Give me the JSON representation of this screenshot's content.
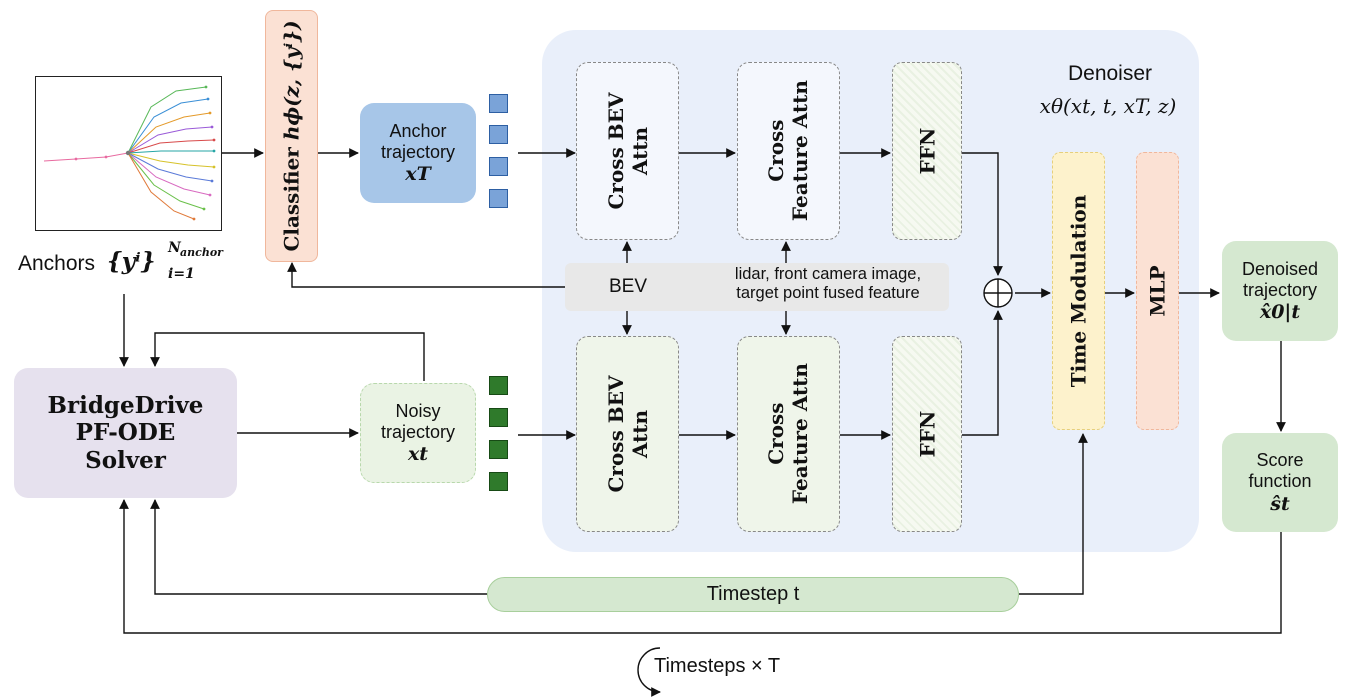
{
  "denoiser": {
    "title": "Denoiser",
    "formula": "xθ(xt, t, xT, z)"
  },
  "anchors": {
    "label": "Anchors",
    "formula": "{yⁱ}",
    "sup": "N",
    "sup_sub": "anchor",
    "sub": "i=1"
  },
  "classifier": {
    "label": "Classifier",
    "formula": "hϕ(z, {yⁱ})"
  },
  "anchor_traj": {
    "line1": "Anchor",
    "line2": "trajectory",
    "var": "xT"
  },
  "noisy_traj": {
    "line1": "Noisy",
    "line2": "trajectory",
    "var": "xt"
  },
  "solver": {
    "line1": "BridgeDrive",
    "line2": "PF-ODE",
    "line3": "Solver"
  },
  "attn": {
    "cross_bev": "Cross BEV Attn",
    "cross_feat_1": "Cross",
    "cross_feat_2": "Feature Attn",
    "ffn": "FFN"
  },
  "bev": {
    "label": "BEV",
    "fused_1": "lidar, front camera image,",
    "fused_2": "target point fused feature"
  },
  "sum_symbol": "⊕",
  "time_mod": "Time Modulation",
  "mlp": "MLP",
  "denoised": {
    "line1": "Denoised",
    "line2": "trajectory",
    "var": "x̂0|t"
  },
  "score": {
    "line1": "Score",
    "line2": "function",
    "var": "ŝt"
  },
  "timestep": "Timestep t",
  "timesteps_loop": "Timesteps × T",
  "colors": {
    "panel": "#e9effa",
    "classifier": "#fbe1d4",
    "anchor_traj": "#a7c6e8",
    "solver": "#e6e1ee",
    "noisy": "#eaf3e4",
    "green_box": "#d5e8d0",
    "time_mod": "#fdf2cc",
    "mlp": "#fbe1d4",
    "bev_bar": "#e8e8e8"
  }
}
